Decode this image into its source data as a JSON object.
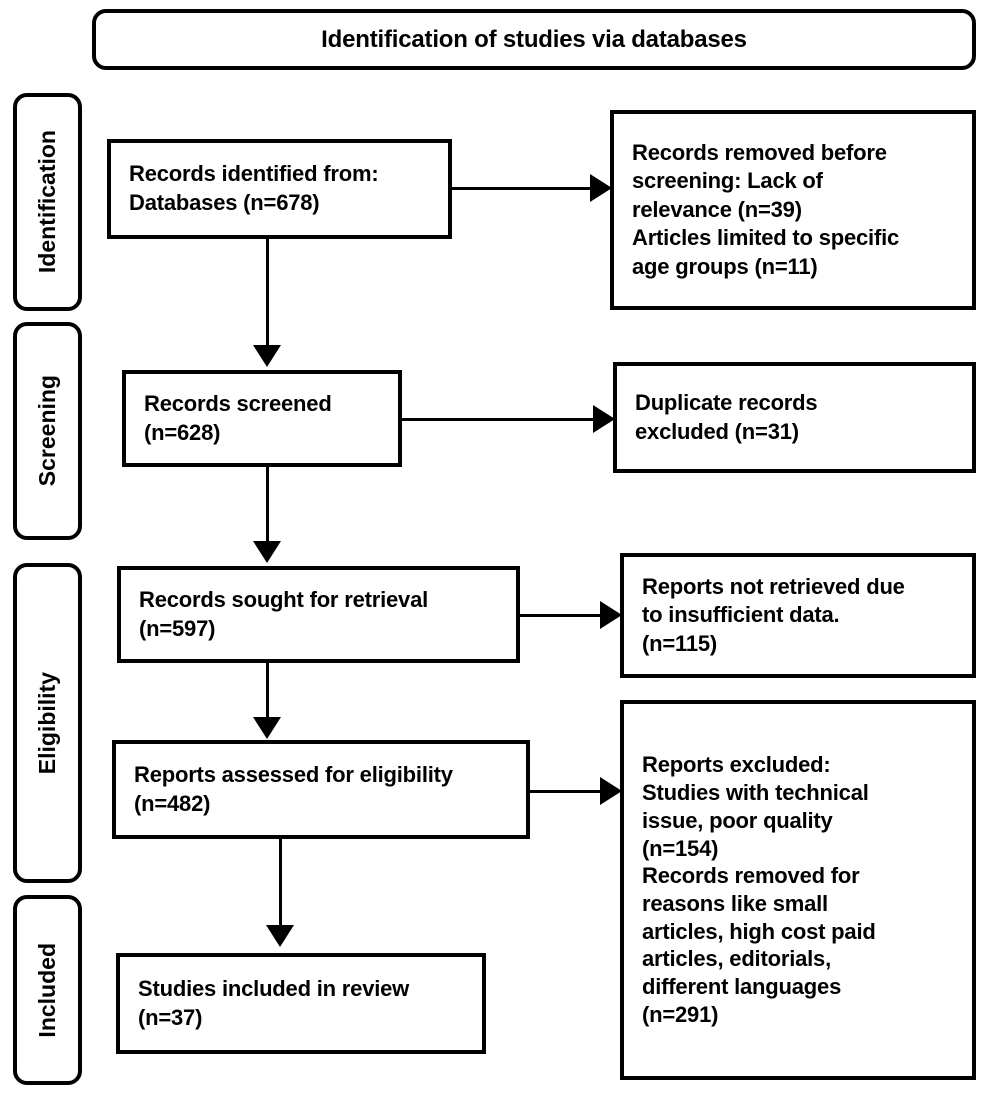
{
  "diagram": {
    "title": "Identification of studies via databases",
    "type": "PRISMA flow diagram"
  },
  "stages": [
    {
      "label": "Identification"
    },
    {
      "label": "Screening"
    },
    {
      "label": "Eligibility"
    },
    {
      "label": "Included"
    }
  ],
  "boxes": {
    "identified": "Records identified from:\nDatabases (n=678)",
    "removed_before_screening": "Records removed before\nscreening: Lack of\nrelevance (n=39)\nArticles limited to specific\nage groups (n=11)",
    "screened": "Records screened\n(n=628)",
    "duplicates_excluded": "Duplicate records\nexcluded (n=31)",
    "sought_retrieval": "Records sought for retrieval\n(n=597)",
    "not_retrieved": "Reports not retrieved due\nto insufficient data.\n(n=115)",
    "assessed_eligibility": "Reports assessed for eligibility\n(n=482)",
    "reports_excluded": "Reports excluded:\nStudies with technical\nissue, poor quality\n(n=154)\nRecords removed for\nreasons like small\narticles, high cost paid\narticles, editorials,\ndifferent languages\n(n=291)",
    "included_review": "Studies included in review\n(n=37)"
  },
  "counts": {
    "identified": 678,
    "removed_lack_of_relevance": 39,
    "removed_age_groups": 11,
    "screened": 628,
    "duplicates_excluded": 31,
    "sought_retrieval": 597,
    "not_retrieved": 115,
    "assessed_eligibility": 482,
    "excluded_technical_quality": 154,
    "excluded_other_reasons": 291,
    "included_review": 37
  },
  "colors": {
    "stroke": "#000000",
    "fill": "#ffffff",
    "text": "#000000"
  }
}
